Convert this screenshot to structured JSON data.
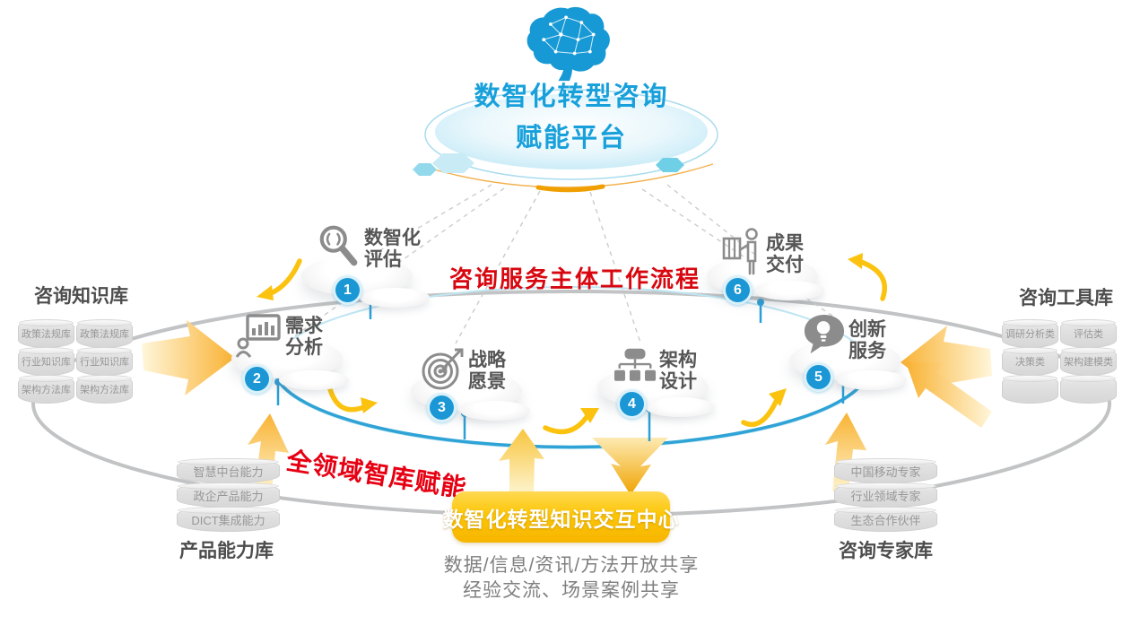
{
  "platform": {
    "icon": "brain-network-icon",
    "title_line1": "数智化转型咨询",
    "title_line2": "赋能平台"
  },
  "workflow": {
    "title": "咨询服务主体工作流程",
    "steps": [
      {
        "num": "1",
        "line1": "数智化",
        "line2": "评估",
        "icon": "search-icon"
      },
      {
        "num": "2",
        "line1": "需求",
        "line2": "分析",
        "icon": "demand-analysis-icon"
      },
      {
        "num": "3",
        "line1": "战略",
        "line2": "愿景",
        "icon": "target-icon"
      },
      {
        "num": "4",
        "line1": "架构",
        "line2": "设计",
        "icon": "architecture-icon"
      },
      {
        "num": "5",
        "line1": "创新",
        "line2": "服务",
        "icon": "idea-bubble-icon"
      },
      {
        "num": "6",
        "line1": "成果",
        "line2": "交付",
        "icon": "delivery-person-icon"
      }
    ]
  },
  "banner": {
    "empower": "全领域智库赋能"
  },
  "libraries": {
    "knowledge": {
      "title": "咨询知识库",
      "columns": [
        [
          "政策法规库",
          "行业知识库",
          "架构方法库"
        ],
        [
          "政策法规库",
          "行业知识库",
          "架构方法库"
        ]
      ]
    },
    "tools": {
      "title": "咨询工具库",
      "columns": [
        [
          "调研分析类",
          "决策类",
          ""
        ],
        [
          "评估类",
          "架构建模类",
          ""
        ]
      ]
    },
    "products": {
      "title": "产品能力库",
      "items": [
        "智慧中台能力",
        "政企产品能力",
        "DICT集成能力"
      ]
    },
    "experts": {
      "title": "咨询专家库",
      "items": [
        "中国移动专家",
        "行业领域专家",
        "生态合作伙伴"
      ]
    }
  },
  "center": {
    "box_label": "数智化转型知识交互中心",
    "caption_line1": "数据/信息/资讯/方法开放共享",
    "caption_line2": "经验交流、场景案例共享"
  },
  "colors": {
    "brand_blue": "#18a0db",
    "badge_blue": "#1a97d4",
    "accent_red": "#e60012",
    "arrow_yellow": "#fbc30f",
    "box_yellow": "#fcc608",
    "icon_gray": "#8c8c8c"
  }
}
